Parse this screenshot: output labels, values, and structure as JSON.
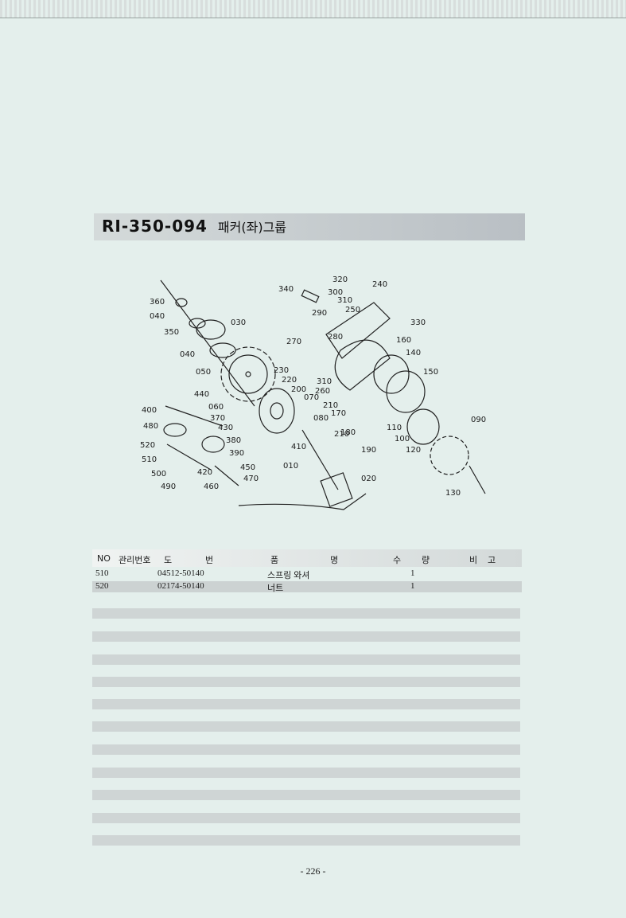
{
  "header": {
    "code": "RI-350-094",
    "name": "패커(좌)그룹"
  },
  "diagram": {
    "callouts": [
      "360",
      "040",
      "350",
      "030",
      "040",
      "050",
      "440",
      "400",
      "060",
      "480",
      "370",
      "430",
      "520",
      "380",
      "510",
      "390",
      "500",
      "420",
      "450",
      "470",
      "490",
      "460",
      "340",
      "320",
      "240",
      "300",
      "310",
      "290",
      "250",
      "330",
      "270",
      "280",
      "160",
      "140",
      "230",
      "220",
      "310",
      "150",
      "200",
      "260",
      "070",
      "210",
      "080",
      "170",
      "180",
      "210",
      "110",
      "090",
      "100",
      "120",
      "410",
      "190",
      "010",
      "020",
      "130"
    ]
  },
  "table": {
    "headers": {
      "no": "NO",
      "mgmt": "관리번호",
      "dobeon_a": "도",
      "dobeon_b": "번",
      "pum": "품",
      "myeong": "명",
      "su": "수",
      "ryang": "량",
      "bi": "비",
      "go": "고"
    },
    "rows": [
      {
        "no": "510",
        "drawing": "04512-50140",
        "name": "스프링 와셔",
        "qty": "1"
      },
      {
        "no": "520",
        "drawing": "02174-50140",
        "name": "너트",
        "qty": "1"
      }
    ]
  },
  "footer": {
    "page": "- 226 -"
  }
}
